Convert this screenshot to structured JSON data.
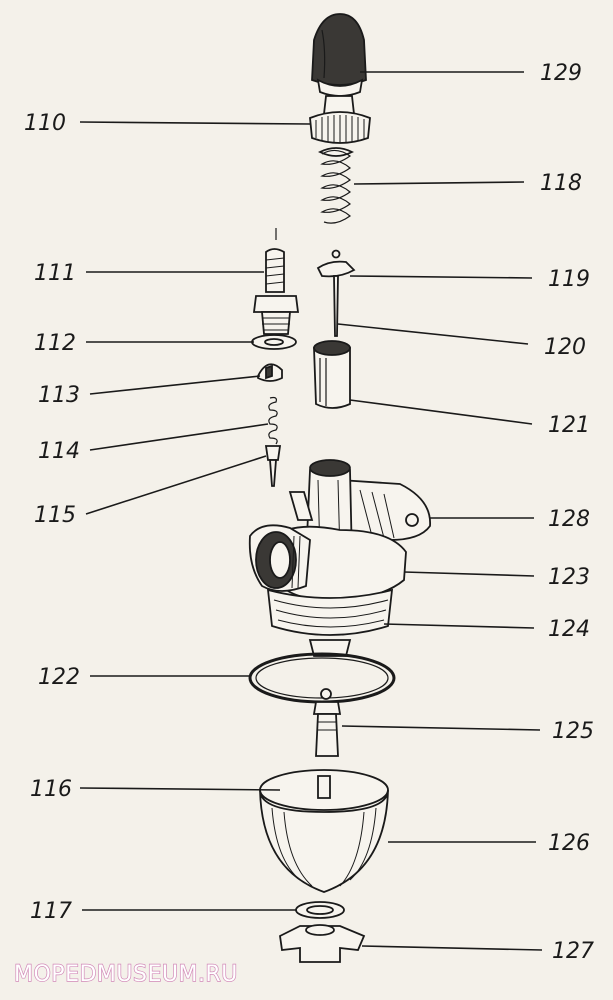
{
  "callouts": [
    {
      "id": "129",
      "label": "129"
    },
    {
      "id": "110",
      "label": "110"
    },
    {
      "id": "118",
      "label": "118"
    },
    {
      "id": "111",
      "label": "111"
    },
    {
      "id": "119",
      "label": "119"
    },
    {
      "id": "112",
      "label": "112"
    },
    {
      "id": "120",
      "label": "120"
    },
    {
      "id": "113",
      "label": "113"
    },
    {
      "id": "121",
      "label": "121"
    },
    {
      "id": "114",
      "label": "114"
    },
    {
      "id": "115",
      "label": "115"
    },
    {
      "id": "128",
      "label": "128"
    },
    {
      "id": "123",
      "label": "123"
    },
    {
      "id": "124",
      "label": "124"
    },
    {
      "id": "122",
      "label": "122"
    },
    {
      "id": "125",
      "label": "125"
    },
    {
      "id": "116",
      "label": "116"
    },
    {
      "id": "126",
      "label": "126"
    },
    {
      "id": "117",
      "label": "117"
    },
    {
      "id": "127",
      "label": "127"
    }
  ],
  "watermark": "MOPEDMUSEUM.RU"
}
